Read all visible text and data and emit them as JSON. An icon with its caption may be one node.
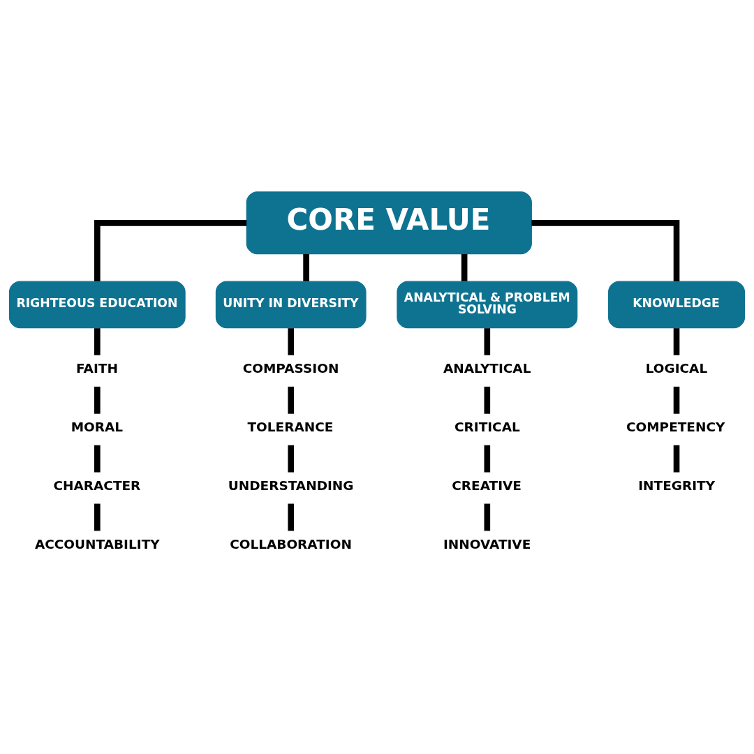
{
  "diagram": {
    "nodes": [
      {
        "text": [
          "CORE VALUE"
        ]
      },
      {
        "text": [
          "RIGHTEOUS EDUCATION"
        ]
      },
      {
        "text": [
          "UNITY IN DIVERSITY"
        ]
      },
      {
        "text": [
          "ANALYTICAL & PROBLEM SOLVING"
        ]
      },
      {
        "text": [
          "KNOWLEDGE"
        ]
      },
      {
        "text": [
          "FAITH"
        ]
      },
      {
        "text": [
          "COMPASSION"
        ]
      },
      {
        "text": [
          "ANALYTICAL"
        ]
      },
      {
        "text": [
          "LOGICAL"
        ]
      },
      {
        "text": [
          "MORAL"
        ]
      },
      {
        "text": [
          "TOLERANCE"
        ]
      },
      {
        "text": [
          "CRITICAL"
        ]
      },
      {
        "text": [
          "COMPETENCY"
        ]
      },
      {
        "text": [
          "CHARACTER"
        ]
      },
      {
        "text": [
          "UNDERSTANDING"
        ]
      },
      {
        "text": [
          "CREATIVE"
        ]
      },
      {
        "text": [
          "INTEGRITY"
        ]
      },
      {
        "text": [
          "ACCOUNTABILITY"
        ]
      },
      {
        "text": [
          "COLLABORATION"
        ]
      },
      {
        "text": [
          "INNOVATIVE"
        ]
      }
    ],
    "edges": [
      {
        "from": 0,
        "to": 1,
        "arrow": "none"
      },
      {
        "from": 0,
        "to": 2,
        "arrow": "none"
      },
      {
        "from": 0,
        "to": 3,
        "arrow": "none"
      },
      {
        "from": 0,
        "to": 4,
        "arrow": "none"
      },
      {
        "from": 1,
        "to": 5,
        "arrow": "none"
      },
      {
        "from": 5,
        "to": 9,
        "arrow": "none"
      },
      {
        "from": 9,
        "to": 13,
        "arrow": "none"
      },
      {
        "from": 13,
        "to": 17,
        "arrow": "none"
      },
      {
        "from": 2,
        "to": 6,
        "arrow": "none"
      },
      {
        "from": 6,
        "to": 10,
        "arrow": "none"
      },
      {
        "from": 10,
        "to": 14,
        "arrow": "none"
      },
      {
        "from": 14,
        "to": 18,
        "arrow": "none"
      },
      {
        "from": 3,
        "to": 7,
        "arrow": "none"
      },
      {
        "from": 7,
        "to": 11,
        "arrow": "none"
      },
      {
        "from": 11,
        "to": 15,
        "arrow": "none"
      },
      {
        "from": 15,
        "to": 19,
        "arrow": "none"
      },
      {
        "from": 4,
        "to": 8,
        "arrow": "none"
      },
      {
        "from": 8,
        "to": 12,
        "arrow": "none"
      },
      {
        "from": 12,
        "to": 16,
        "arrow": "none"
      }
    ]
  }
}
